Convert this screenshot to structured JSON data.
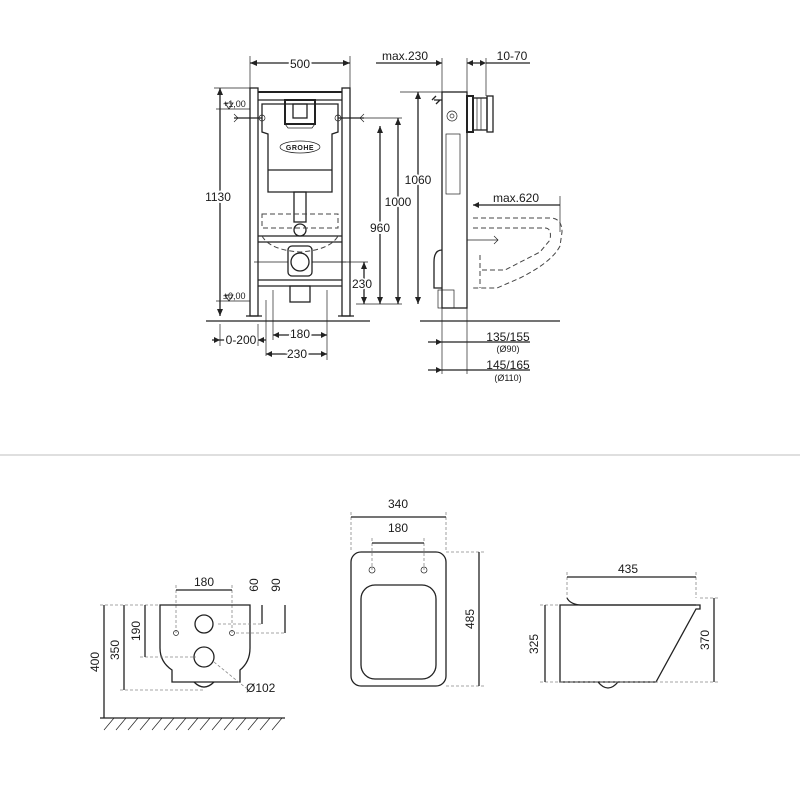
{
  "frame": {
    "width_label": "500",
    "height_label": "1130",
    "level_top": "+1,00",
    "level_floor": "±0,00",
    "brand": "GROHE",
    "inlet_height": "1000",
    "inlet_height2": "960",
    "outlet_height": "230",
    "outlet_width": "180",
    "outlet_spacing": "230",
    "leg_adjust": "0-200"
  },
  "side_view": {
    "total_height": "1060",
    "depth_max": "max.230",
    "plate_range": "10-70",
    "bowl_max": "max.620",
    "pipe90": "135/155",
    "pipe90_dia": "(Ø90)",
    "pipe110": "145/165",
    "pipe110_dia": "(Ø110)"
  },
  "bowl_rear": {
    "width": "180",
    "dim60": "60",
    "dim90": "90",
    "dim190": "190",
    "dim350": "350",
    "dim400": "400",
    "outlet_dia": "Ø102"
  },
  "bowl_top": {
    "width": "340",
    "hole_spacing": "180",
    "length": "485"
  },
  "bowl_side": {
    "length": "435",
    "height_front": "325",
    "height_rear": "370"
  }
}
